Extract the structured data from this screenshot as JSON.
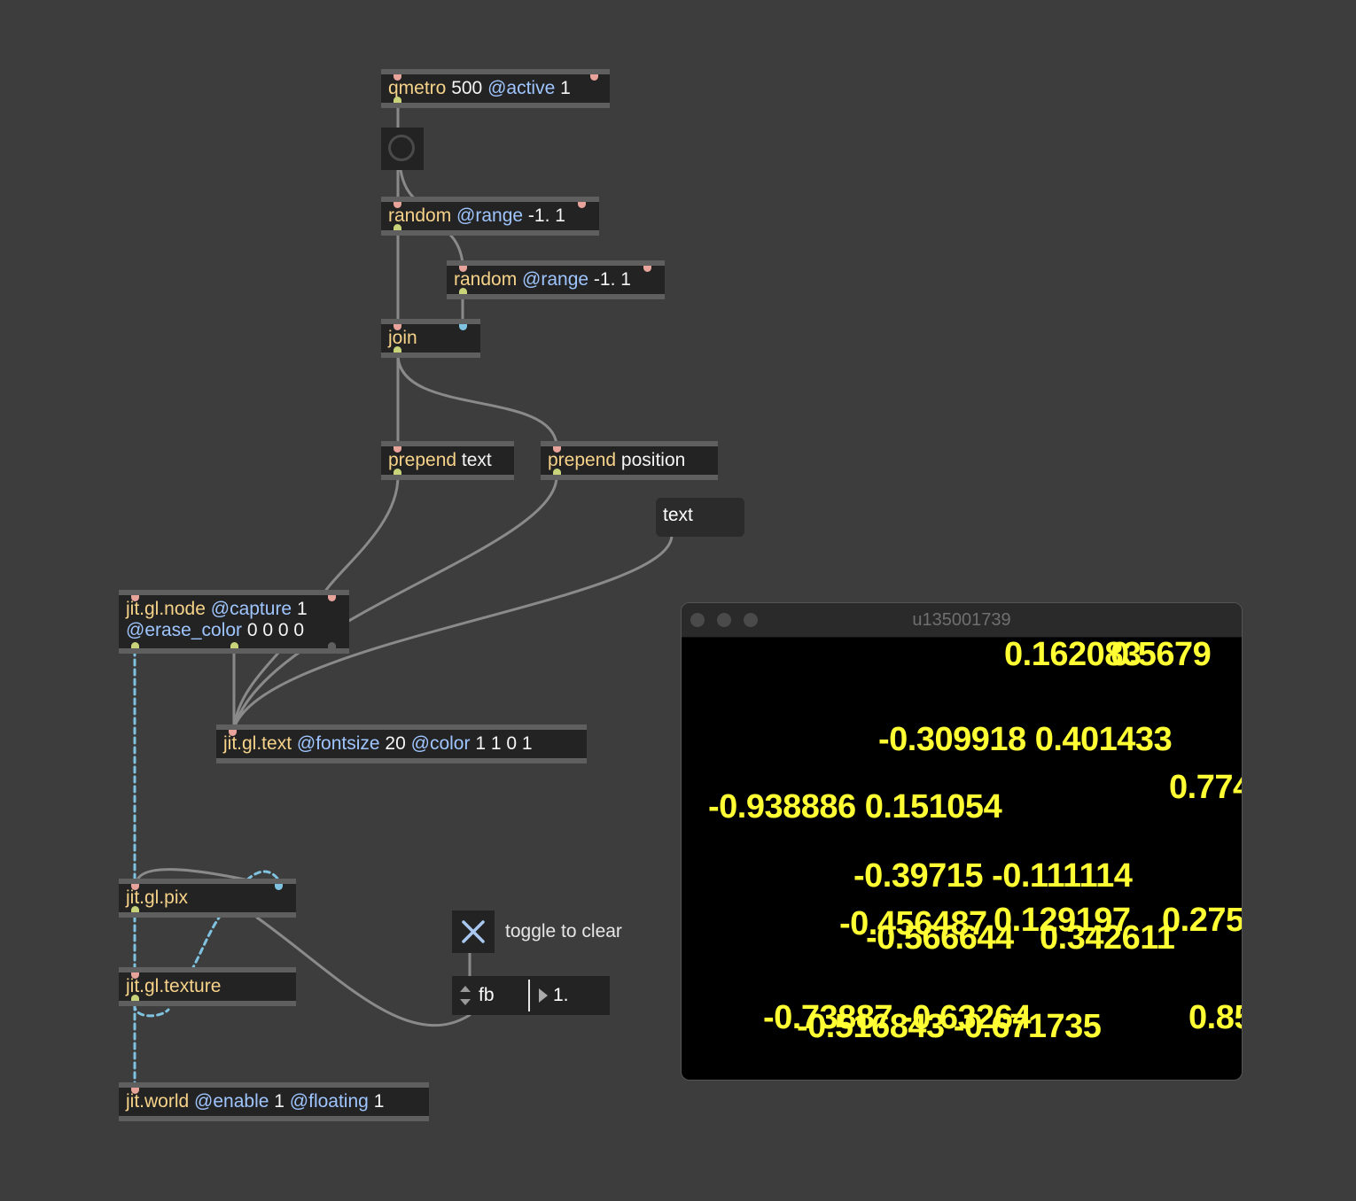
{
  "objects": {
    "qmetro": {
      "cls": "qmetro",
      "arg": "500",
      "attr": "@active",
      "attr_val": "1"
    },
    "random1": {
      "cls": "random",
      "attr": "@range",
      "attr_val": "-1. 1"
    },
    "random2": {
      "cls": "random",
      "attr": "@range",
      "attr_val": "-1. 1"
    },
    "join": {
      "cls": "join"
    },
    "prepend_text": {
      "cls": "prepend",
      "arg": "text"
    },
    "prepend_position": {
      "cls": "prepend",
      "arg": "position"
    },
    "jit_gl_node": {
      "cls": "jit.gl.node",
      "attr1": "@capture",
      "attr1_val": "1",
      "attr2": "@erase_color",
      "attr2_val": "0 0 0 0"
    },
    "jit_gl_text": {
      "cls": "jit.gl.text",
      "attr1": "@fontsize",
      "attr1_val": "20",
      "attr2": "@color",
      "attr2_val": "1 1 0 1"
    },
    "jit_gl_pix": {
      "cls": "jit.gl.pix"
    },
    "jit_gl_texture": {
      "cls": "jit.gl.texture"
    },
    "jit_world": {
      "cls": "jit.world",
      "attr1": "@enable",
      "attr1_val": "1",
      "attr2": "@floating",
      "attr2_val": "1"
    }
  },
  "message": {
    "text": "text"
  },
  "toggle": {
    "state": "on",
    "comment": "toggle to clear",
    "icon": "x-icon"
  },
  "attrui": {
    "label": "fb",
    "value": "1."
  },
  "bang": {
    "icon": "bang-circle-icon"
  },
  "window": {
    "title": "u135001739",
    "texts": [
      "0.162083",
      "0.5679",
      "-0.309918 0.401433",
      "0.774",
      "-0.938886 0.151054",
      "-0.39715 -0.111114",
      "-0.456487",
      "0.129197",
      "0.275",
      "-0.566644",
      "0.342611",
      "-0.73887 -0.63264",
      "-0.516843 -0.671735",
      "0.85"
    ]
  },
  "colors": {
    "background": "#3d3d3d",
    "object": "#232323",
    "class_text": "#f7d38a",
    "attr_text": "#9fc5ff",
    "gl_text": "#ffff33",
    "cable": "#8a8a8a",
    "texture_cable": "#7fc3e0"
  }
}
